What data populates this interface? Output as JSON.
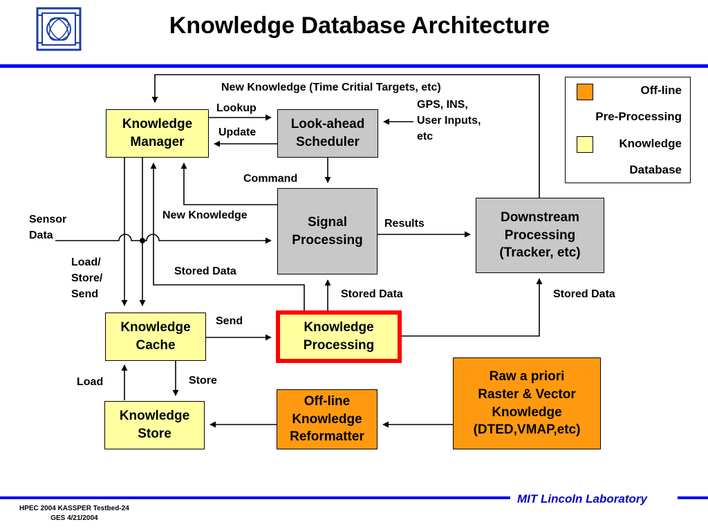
{
  "slide": {
    "title": "Knowledge Database Architecture"
  },
  "boxes": {
    "knowledge_manager": "Knowledge\nManager",
    "lookahead_scheduler": "Look-ahead\nScheduler",
    "signal_processing": "Signal\nProcessing",
    "downstream_processing": "Downstream\nProcessing\n(Tracker, etc)",
    "knowledge_cache": "Knowledge\nCache",
    "knowledge_processing": "Knowledge\nProcessing",
    "knowledge_store": "Knowledge\nStore",
    "offline_reformatter": "Off-line\nKnowledge\nReformatter",
    "raw_apriori": "Raw a priori\nRaster & Vector\nKnowledge\n(DTED,VMAP,etc)"
  },
  "labels": {
    "new_knowledge_top": "New Knowledge (Time Critial Targets, etc)",
    "lookup": "Lookup",
    "update": "Update",
    "gps_inputs": "GPS, INS,\nUser Inputs,\netc",
    "command": "Command",
    "new_knowledge": "New Knowledge",
    "sensor_data": "Sensor\nData",
    "results": "Results",
    "load_store_send": "Load/\nStore/\nSend",
    "stored_data_left": "Stored Data",
    "stored_data_mid": "Stored Data",
    "stored_data_right": "Stored Data",
    "send": "Send",
    "load": "Load",
    "store": "Store"
  },
  "legend": {
    "offline": "Off-line",
    "preprocessing": "Pre-Processing",
    "knowledge": "Knowledge",
    "database": "Database"
  },
  "footer": {
    "left_line1": "HPEC 2004 KASSPER Testbed-24",
    "left_line2": "GES 4/21/2004",
    "right": "MIT Lincoln Laboratory"
  },
  "colors": {
    "knowledge_database": "#ffffa0",
    "offline_preprocessing": "#ff9a10",
    "processing_gray": "#c8c8c8",
    "highlight": "#ff0000",
    "rule": "#0000ff"
  }
}
